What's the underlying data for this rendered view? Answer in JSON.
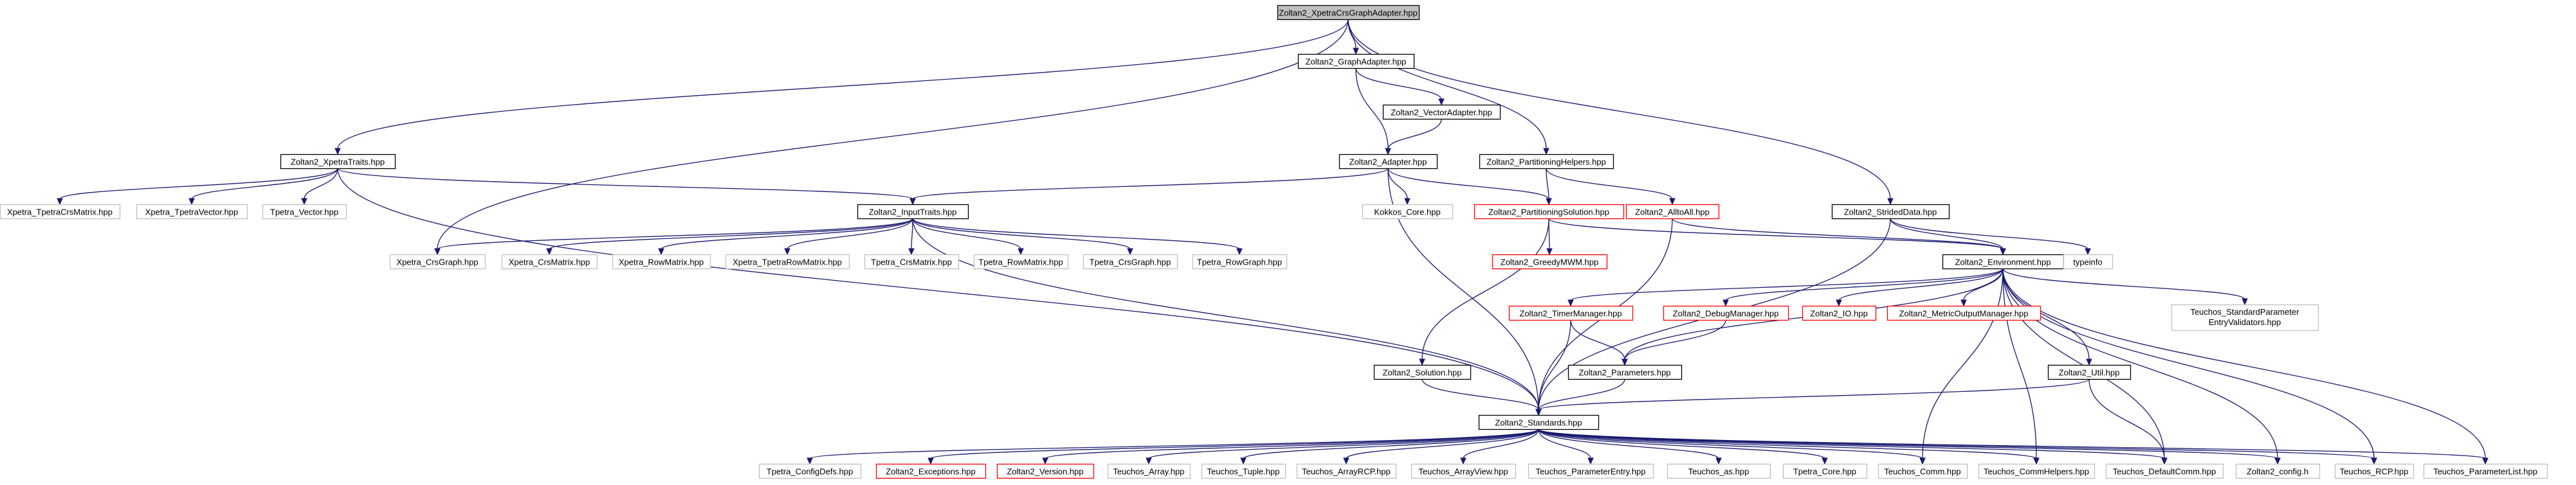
{
  "colors": {
    "edge": "#191970",
    "root_fill": "#bfbfbf",
    "documented_border": "#000000",
    "truncated_border": "#ff0000",
    "external_border": "#bfbfbf"
  },
  "nodes": [
    {
      "id": "root",
      "label": "Zoltan2_XpetraCrsGraphAdapter.hpp",
      "kind": "root"
    },
    {
      "id": "graphadapter",
      "label": "Zoltan2_GraphAdapter.hpp",
      "kind": "doc"
    },
    {
      "id": "vectoradapter",
      "label": "Zoltan2_VectorAdapter.hpp",
      "kind": "doc"
    },
    {
      "id": "adapter",
      "label": "Zoltan2_Adapter.hpp",
      "kind": "doc"
    },
    {
      "id": "parthelpers",
      "label": "Zoltan2_PartitioningHelpers.hpp",
      "kind": "doc"
    },
    {
      "id": "xpetratraits",
      "label": "Zoltan2_XpetraTraits.hpp",
      "kind": "doc"
    },
    {
      "id": "strideddata",
      "label": "Zoltan2_StridedData.hpp",
      "kind": "doc"
    },
    {
      "id": "inputtraits",
      "label": "Zoltan2_InputTraits.hpp",
      "kind": "doc"
    },
    {
      "id": "kokkoscore",
      "label": "Kokkos_Core.hpp",
      "kind": "ext"
    },
    {
      "id": "partsolution",
      "label": "Zoltan2_PartitioningSolution.hpp",
      "kind": "trunc"
    },
    {
      "id": "alltoall",
      "label": "Zoltan2_AlltoAll.hpp",
      "kind": "trunc"
    },
    {
      "id": "xtcrsmatrix",
      "label": "Xpetra_TpetraCrsMatrix.hpp",
      "kind": "ext"
    },
    {
      "id": "xtvector",
      "label": "Xpetra_TpetraVector.hpp",
      "kind": "ext"
    },
    {
      "id": "tvector",
      "label": "Tpetra_Vector.hpp",
      "kind": "ext"
    },
    {
      "id": "xcrsgraph",
      "label": "Xpetra_CrsGraph.hpp",
      "kind": "ext"
    },
    {
      "id": "xcrsmatrix",
      "label": "Xpetra_CrsMatrix.hpp",
      "kind": "ext"
    },
    {
      "id": "xrowmatrix",
      "label": "Xpetra_RowMatrix.hpp",
      "kind": "ext"
    },
    {
      "id": "xtrowmatrix",
      "label": "Xpetra_TpetraRowMatrix.hpp",
      "kind": "ext"
    },
    {
      "id": "tcrsmatrix",
      "label": "Tpetra_CrsMatrix.hpp",
      "kind": "ext"
    },
    {
      "id": "trowmatrix",
      "label": "Tpetra_RowMatrix.hpp",
      "kind": "ext"
    },
    {
      "id": "tcrsgraph",
      "label": "Tpetra_CrsGraph.hpp",
      "kind": "ext"
    },
    {
      "id": "trowgraph",
      "label": "Tpetra_RowGraph.hpp",
      "kind": "ext"
    },
    {
      "id": "greedymwm",
      "label": "Zoltan2_GreedyMWM.hpp",
      "kind": "trunc"
    },
    {
      "id": "environment",
      "label": "Zoltan2_Environment.hpp",
      "kind": "doc"
    },
    {
      "id": "typeinfo",
      "label": "typeinfo",
      "kind": "ext"
    },
    {
      "id": "timermanager",
      "label": "Zoltan2_TimerManager.hpp",
      "kind": "trunc"
    },
    {
      "id": "debugmanager",
      "label": "Zoltan2_DebugManager.hpp",
      "kind": "trunc"
    },
    {
      "id": "io",
      "label": "Zoltan2_IO.hpp",
      "kind": "trunc"
    },
    {
      "id": "metricoutput",
      "label": "Zoltan2_MetricOutputManager.hpp",
      "kind": "trunc"
    },
    {
      "id": "stdparamval",
      "label": "Teuchos_StandardParameter\nEntryValidators.hpp",
      "kind": "ext"
    },
    {
      "id": "parameters",
      "label": "Zoltan2_Parameters.hpp",
      "kind": "doc"
    },
    {
      "id": "solution",
      "label": "Zoltan2_Solution.hpp",
      "kind": "doc"
    },
    {
      "id": "util",
      "label": "Zoltan2_Util.hpp",
      "kind": "doc"
    },
    {
      "id": "standards",
      "label": "Zoltan2_Standards.hpp",
      "kind": "doc"
    },
    {
      "id": "tconfigdefs",
      "label": "Tpetra_ConfigDefs.hpp",
      "kind": "ext"
    },
    {
      "id": "exceptions",
      "label": "Zoltan2_Exceptions.hpp",
      "kind": "trunc"
    },
    {
      "id": "version",
      "label": "Zoltan2_Version.hpp",
      "kind": "trunc"
    },
    {
      "id": "tarray",
      "label": "Teuchos_Array.hpp",
      "kind": "ext"
    },
    {
      "id": "ttuple",
      "label": "Teuchos_Tuple.hpp",
      "kind": "ext"
    },
    {
      "id": "tarrayrcp",
      "label": "Teuchos_ArrayRCP.hpp",
      "kind": "ext"
    },
    {
      "id": "tarrayview",
      "label": "Teuchos_ArrayView.hpp",
      "kind": "ext"
    },
    {
      "id": "tparamentry",
      "label": "Teuchos_ParameterEntry.hpp",
      "kind": "ext"
    },
    {
      "id": "tiostring",
      "label": "Teuchos_as.hpp",
      "kind": "ext"
    },
    {
      "id": "tcore",
      "label": "Tpetra_Core.hpp",
      "kind": "ext"
    },
    {
      "id": "tcomm",
      "label": "Teuchos_Comm.hpp",
      "kind": "ext"
    },
    {
      "id": "tcommhelpers",
      "label": "Teuchos_CommHelpers.hpp",
      "kind": "ext"
    },
    {
      "id": "tdefaultcomm",
      "label": "Teuchos_DefaultComm.hpp",
      "kind": "ext"
    },
    {
      "id": "zconfig",
      "label": "Zoltan2_config.h",
      "kind": "ext"
    },
    {
      "id": "trcp",
      "label": "Teuchos_RCP.hpp",
      "kind": "ext"
    },
    {
      "id": "tparamlist",
      "label": "Teuchos_ParameterList.hpp",
      "kind": "ext"
    }
  ],
  "edges": [
    [
      "root",
      "graphadapter"
    ],
    [
      "root",
      "parthelpers"
    ],
    [
      "root",
      "xpetratraits"
    ],
    [
      "root",
      "strideddata"
    ],
    [
      "root",
      "xcrsgraph"
    ],
    [
      "graphadapter",
      "vectoradapter"
    ],
    [
      "graphadapter",
      "adapter"
    ],
    [
      "vectoradapter",
      "adapter"
    ],
    [
      "adapter",
      "inputtraits"
    ],
    [
      "adapter",
      "kokkoscore"
    ],
    [
      "adapter",
      "partsolution"
    ],
    [
      "adapter",
      "standards"
    ],
    [
      "parthelpers",
      "partsolution"
    ],
    [
      "parthelpers",
      "alltoall"
    ],
    [
      "xpetratraits",
      "xtcrsmatrix"
    ],
    [
      "xpetratraits",
      "xtvector"
    ],
    [
      "xpetratraits",
      "tvector"
    ],
    [
      "xpetratraits",
      "inputtraits"
    ],
    [
      "xpetratraits",
      "standards"
    ],
    [
      "strideddata",
      "environment"
    ],
    [
      "strideddata",
      "typeinfo"
    ],
    [
      "strideddata",
      "standards"
    ],
    [
      "inputtraits",
      "xcrsgraph"
    ],
    [
      "inputtraits",
      "xcrsmatrix"
    ],
    [
      "inputtraits",
      "xrowmatrix"
    ],
    [
      "inputtraits",
      "xtrowmatrix"
    ],
    [
      "inputtraits",
      "tcrsmatrix"
    ],
    [
      "inputtraits",
      "trowmatrix"
    ],
    [
      "inputtraits",
      "tcrsgraph"
    ],
    [
      "inputtraits",
      "trowgraph"
    ],
    [
      "inputtraits",
      "standards"
    ],
    [
      "partsolution",
      "greedymwm"
    ],
    [
      "partsolution",
      "solution"
    ],
    [
      "partsolution",
      "environment"
    ],
    [
      "alltoall",
      "environment"
    ],
    [
      "alltoall",
      "standards"
    ],
    [
      "environment",
      "timermanager"
    ],
    [
      "environment",
      "debugmanager"
    ],
    [
      "environment",
      "io"
    ],
    [
      "environment",
      "metricoutput"
    ],
    [
      "environment",
      "stdparamval"
    ],
    [
      "environment",
      "parameters"
    ],
    [
      "environment",
      "util"
    ],
    [
      "environment",
      "tcomm"
    ],
    [
      "environment",
      "tcommhelpers"
    ],
    [
      "environment",
      "tdefaultcomm"
    ],
    [
      "environment",
      "zconfig"
    ],
    [
      "environment",
      "trcp"
    ],
    [
      "environment",
      "tparamlist"
    ],
    [
      "timermanager",
      "parameters"
    ],
    [
      "timermanager",
      "standards"
    ],
    [
      "debugmanager",
      "parameters"
    ],
    [
      "parameters",
      "standards"
    ],
    [
      "solution",
      "standards"
    ],
    [
      "util",
      "standards"
    ],
    [
      "util",
      "tdefaultcomm"
    ],
    [
      "standards",
      "tconfigdefs"
    ],
    [
      "standards",
      "exceptions"
    ],
    [
      "standards",
      "version"
    ],
    [
      "standards",
      "tarray"
    ],
    [
      "standards",
      "ttuple"
    ],
    [
      "standards",
      "tarrayrcp"
    ],
    [
      "standards",
      "tarrayview"
    ],
    [
      "standards",
      "tparamentry"
    ],
    [
      "standards",
      "tiostring"
    ],
    [
      "standards",
      "tcore"
    ],
    [
      "standards",
      "tcomm"
    ],
    [
      "standards",
      "tcommhelpers"
    ],
    [
      "standards",
      "tdefaultcomm"
    ],
    [
      "standards",
      "zconfig"
    ],
    [
      "standards",
      "trcp"
    ],
    [
      "standards",
      "tparamlist"
    ]
  ]
}
